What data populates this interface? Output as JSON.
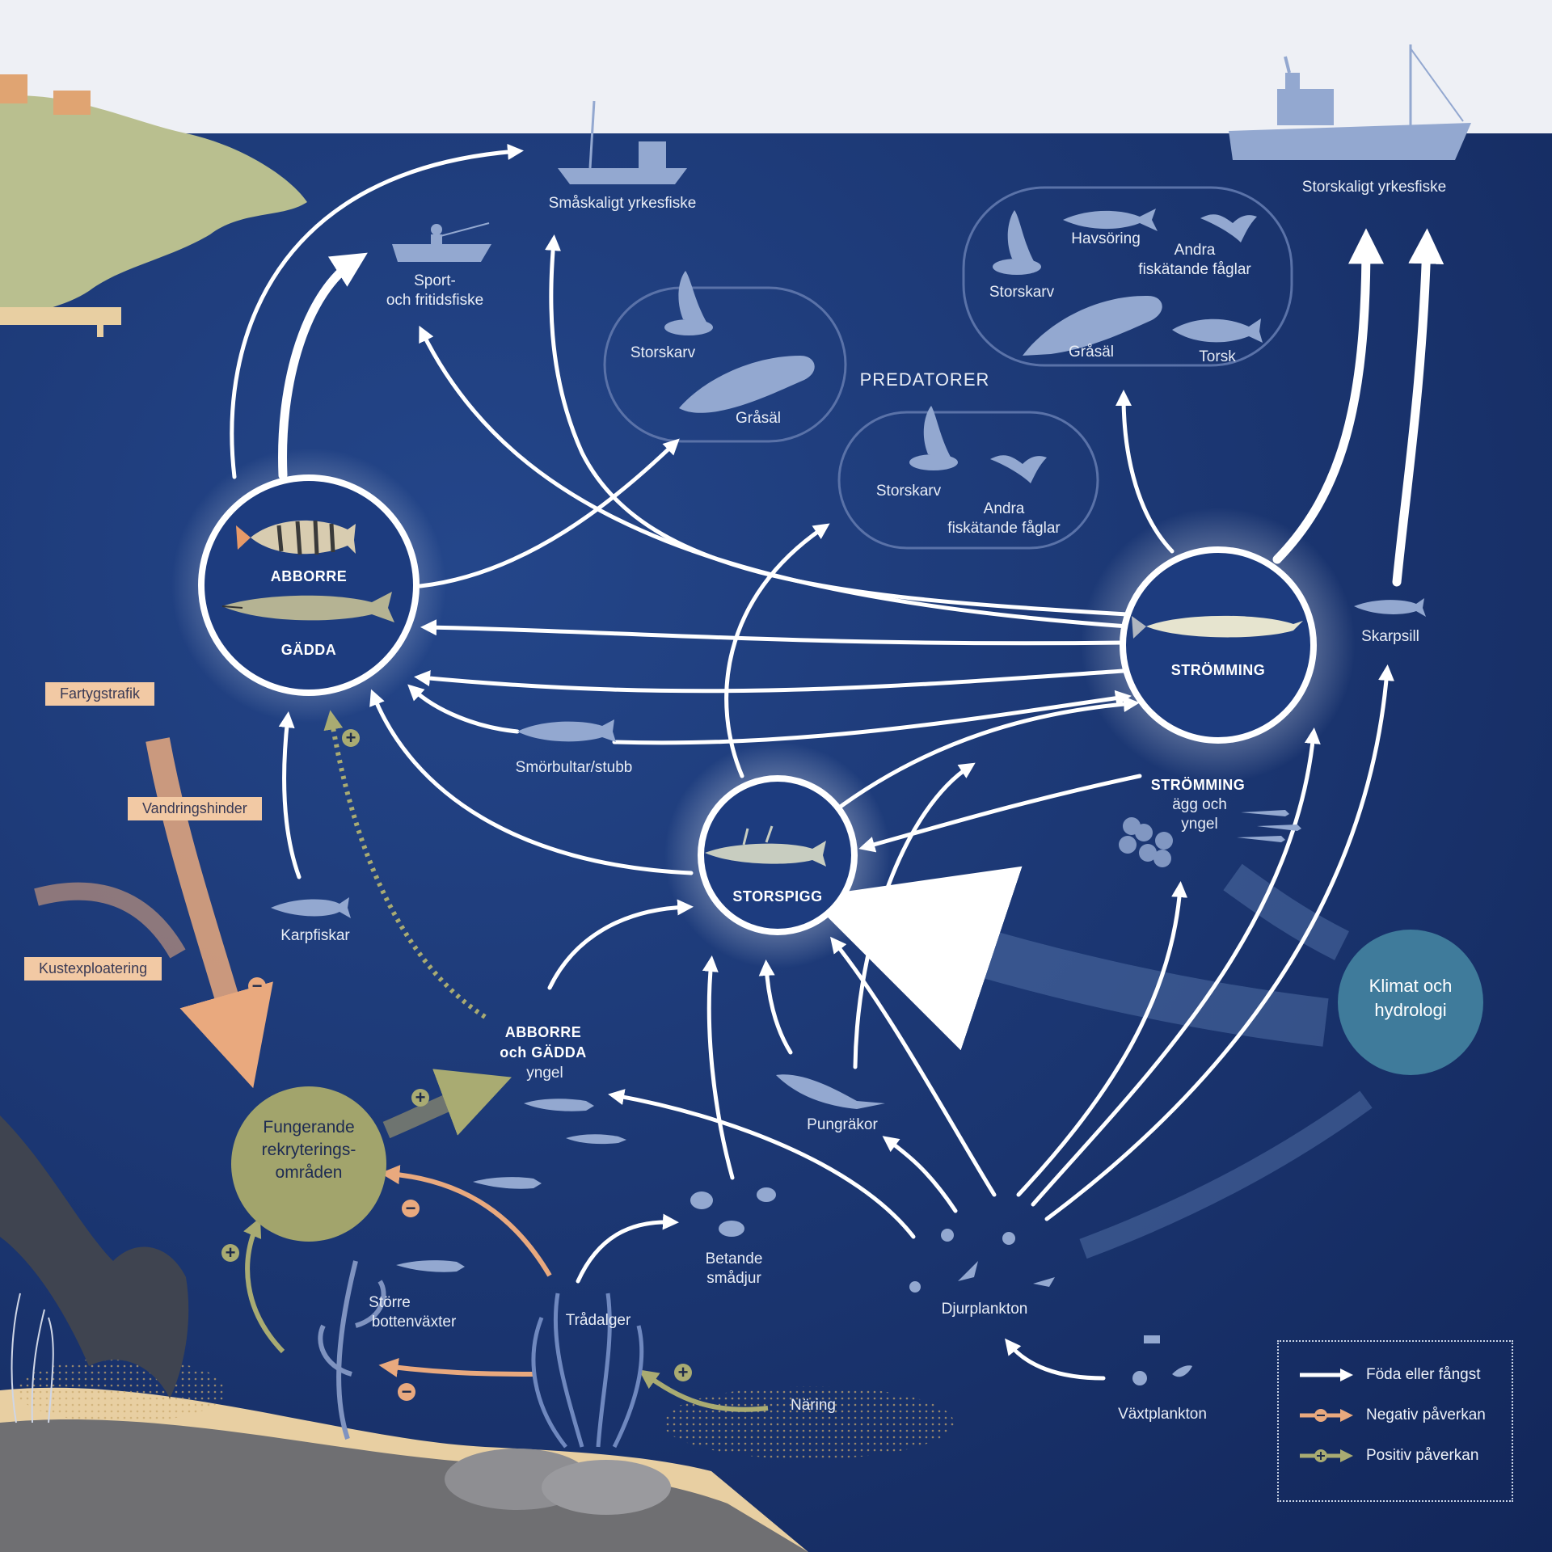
{
  "labels": {
    "smaskaligt": "Småskaligt yrkesfiske",
    "storskaligt": "Storskaligt yrkesfiske",
    "sport1": "Sport-",
    "sport2": "och fritidsfiske",
    "predatorer": "PREDATORER",
    "storskarv": "Storskarv",
    "grasal": "Gråsäl",
    "havsoring": "Havsöring",
    "andra1": "Andra",
    "andra2": "fiskätande fåglar",
    "torsk": "Torsk",
    "abborre": "ABBORRE",
    "gadda": "GÄDDA",
    "stromming": "STRÖMMING",
    "skarpsill": "Skarpsill",
    "storspigg": "STORSPIGG",
    "smorbultar": "Smörbultar/stubb",
    "karpfiskar": "Karpfiskar",
    "strom_agg1": "STRÖMMING",
    "strom_agg2": "ägg och",
    "strom_agg3": "yngel",
    "yngel1": "ABBORRE",
    "yngel2": "och GÄDDA",
    "yngel3": "yngel",
    "pungrakor": "Pungräkor",
    "betande1": "Betande",
    "betande2": "smådjur",
    "djurplankton": "Djurplankton",
    "vaxtplankton": "Växtplankton",
    "tradalger": "Trådalger",
    "storre1": "Större",
    "storre2": "bottenväxter",
    "naring": "Näring",
    "fungerande1": "Fungerande",
    "fungerande2": "rekryterings-",
    "fungerande3": "områden",
    "klimat1": "Klimat och",
    "klimat2": "hydrologi",
    "minus": "−",
    "plus": "+"
  },
  "pressures": {
    "fartygstrafik": "Fartygstrafik",
    "vandringshinder": "Vandringshinder",
    "kustexploatering": "Kustexploatering"
  },
  "legend": {
    "food": "Föda eller fångst",
    "negative": "Negativ påverkan",
    "positive": "Positiv påverkan"
  },
  "colors": {
    "sky": "#eef0f5",
    "sea_top": "#1f3d7a",
    "sea_bottom": "#142a5e",
    "land": "#b9bf8f",
    "roof": "#e0a472",
    "seabed": "#6f6f72",
    "sand": "#e8cfa2",
    "silhouette": "#93a8d0",
    "negative": "#e9a97e",
    "positive": "#a9ab72",
    "climate": "#3f7b9b",
    "recruitment": "#a2a46c"
  }
}
